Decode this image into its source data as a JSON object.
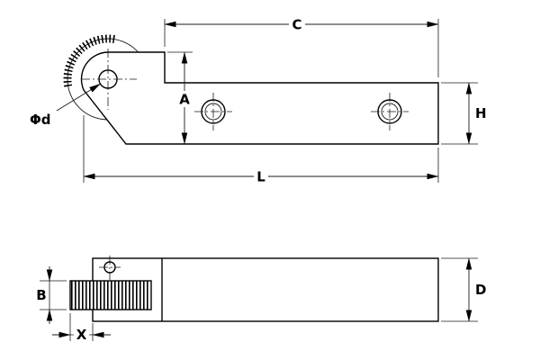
{
  "colors": {
    "line": "#000000",
    "background": "#ffffff"
  },
  "top_view": {
    "c": "C",
    "a": "A",
    "h": "H",
    "l": "L",
    "phi_d": "Φd"
  },
  "side_view": {
    "b": "B",
    "x": "X",
    "d": "D"
  }
}
